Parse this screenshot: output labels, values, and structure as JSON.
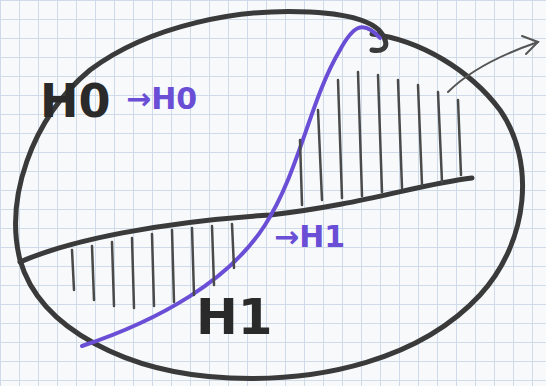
{
  "diagram": {
    "labels": [
      "H0",
      "→H0",
      "→H1",
      "H1"
    ]
  }
}
